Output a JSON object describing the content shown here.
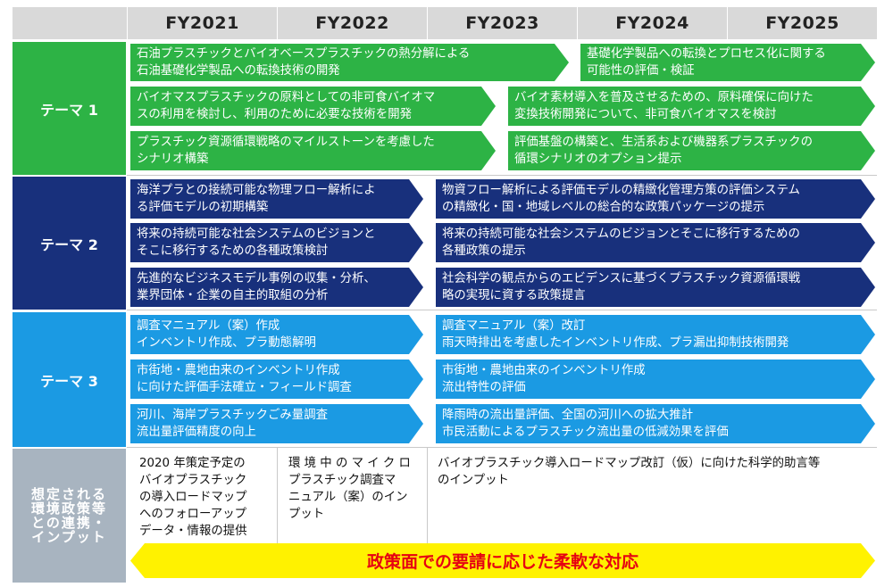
{
  "header": {
    "years": [
      "FY2021",
      "FY2022",
      "FY2023",
      "FY2024",
      "FY2025"
    ]
  },
  "colors": {
    "theme1": "#2db345",
    "theme2": "#18307c",
    "theme3": "#1b9ae3",
    "bottom_label": "#a8b4c0",
    "flex_arrow": "#fff200",
    "flex_text": "#e60012"
  },
  "themes": [
    {
      "label": "テーマ 1",
      "rows": [
        {
          "left": "石油プラスチックとバイオベースプラスチックの熱分解による\n石油基礎化学製品への転換技術の開発",
          "right": "基礎化学製品への転換とプロセス化に関する\n可能性の評価・検証"
        },
        {
          "left": "バイオマスプラスチックの原料としての非可食バイオマ\nスの利用を検討し、利用のために必要な技術を開発",
          "right": "バイオ素材導入を普及させるための、原料確保に向けた\n変換技術開発について、非可食バイオマスを検討"
        },
        {
          "left": "プラスチック資源循環戦略のマイルストーンを考慮した\nシナリオ構築",
          "right": "評価基盤の構築と、生活系および機器系プラスチックの\n循環シナリオのオプション提示"
        }
      ]
    },
    {
      "label": "テーマ 2",
      "rows": [
        {
          "left": "海洋プラとの接続可能な物理フロー解析によ\nる評価モデルの初期構築",
          "right": "物資フロー解析による評価モデルの精緻化管理方策の評価システム\nの精緻化・国・地域レベルの総合的な政策パッケージの提示"
        },
        {
          "left": "将来の持続可能な社会システムのビジョンと\nそこに移行するための各種政策検討",
          "right": "将来の持続可能な社会システムのビジョンとそこに移行するための\n各種政策の提示"
        },
        {
          "left": "先進的なビジネスモデル事例の収集・分析、\n業界団体・企業の自主的取組の分析",
          "right": "社会科学の観点からのエビデンスに基づくプラスチック資源循環戦\n略の実現に資する政策提言"
        }
      ]
    },
    {
      "label": "テーマ 3",
      "rows": [
        {
          "left": "調査マニュアル（案）作成\nインベントリ作成、プラ動態解明",
          "right": "調査マニュアル（案）改訂\n雨天時排出を考慮したインベントリ作成、プラ漏出抑制技術開発"
        },
        {
          "left": "市街地・農地由来のインベントリ作成\nに向けた評価手法確立・フィールド調査",
          "right": "市街地・農地由来のインベントリ作成\n流出特性の評価"
        },
        {
          "left": "河川、海岸プラスチックごみ量調査\n流出量評価精度の向上",
          "right": "降雨時の流出量評価、全国の河川への拡大推計\n市民活動によるプラスチック流出量の低減効果を評価"
        }
      ]
    }
  ],
  "bottom": {
    "label": "想定される\n環境政策等\nとの連携・\nインプット",
    "fy2021": "2020 年策定予定の\nバイオプラスチック\nの導入ロードマップ\nへのフォローアップ\nデータ・情報の提供",
    "fy2022": "環 境 中 の マ イ ク ロ\nプラスチック調査マ\nニュアル（案）のイン\nプット",
    "fy2023_25": "バイオプラスチック導入ロードマップ改訂（仮）に向けた科学的助言等\nのインプット",
    "flex": "政策面での要請に応じた柔軟な対応"
  }
}
